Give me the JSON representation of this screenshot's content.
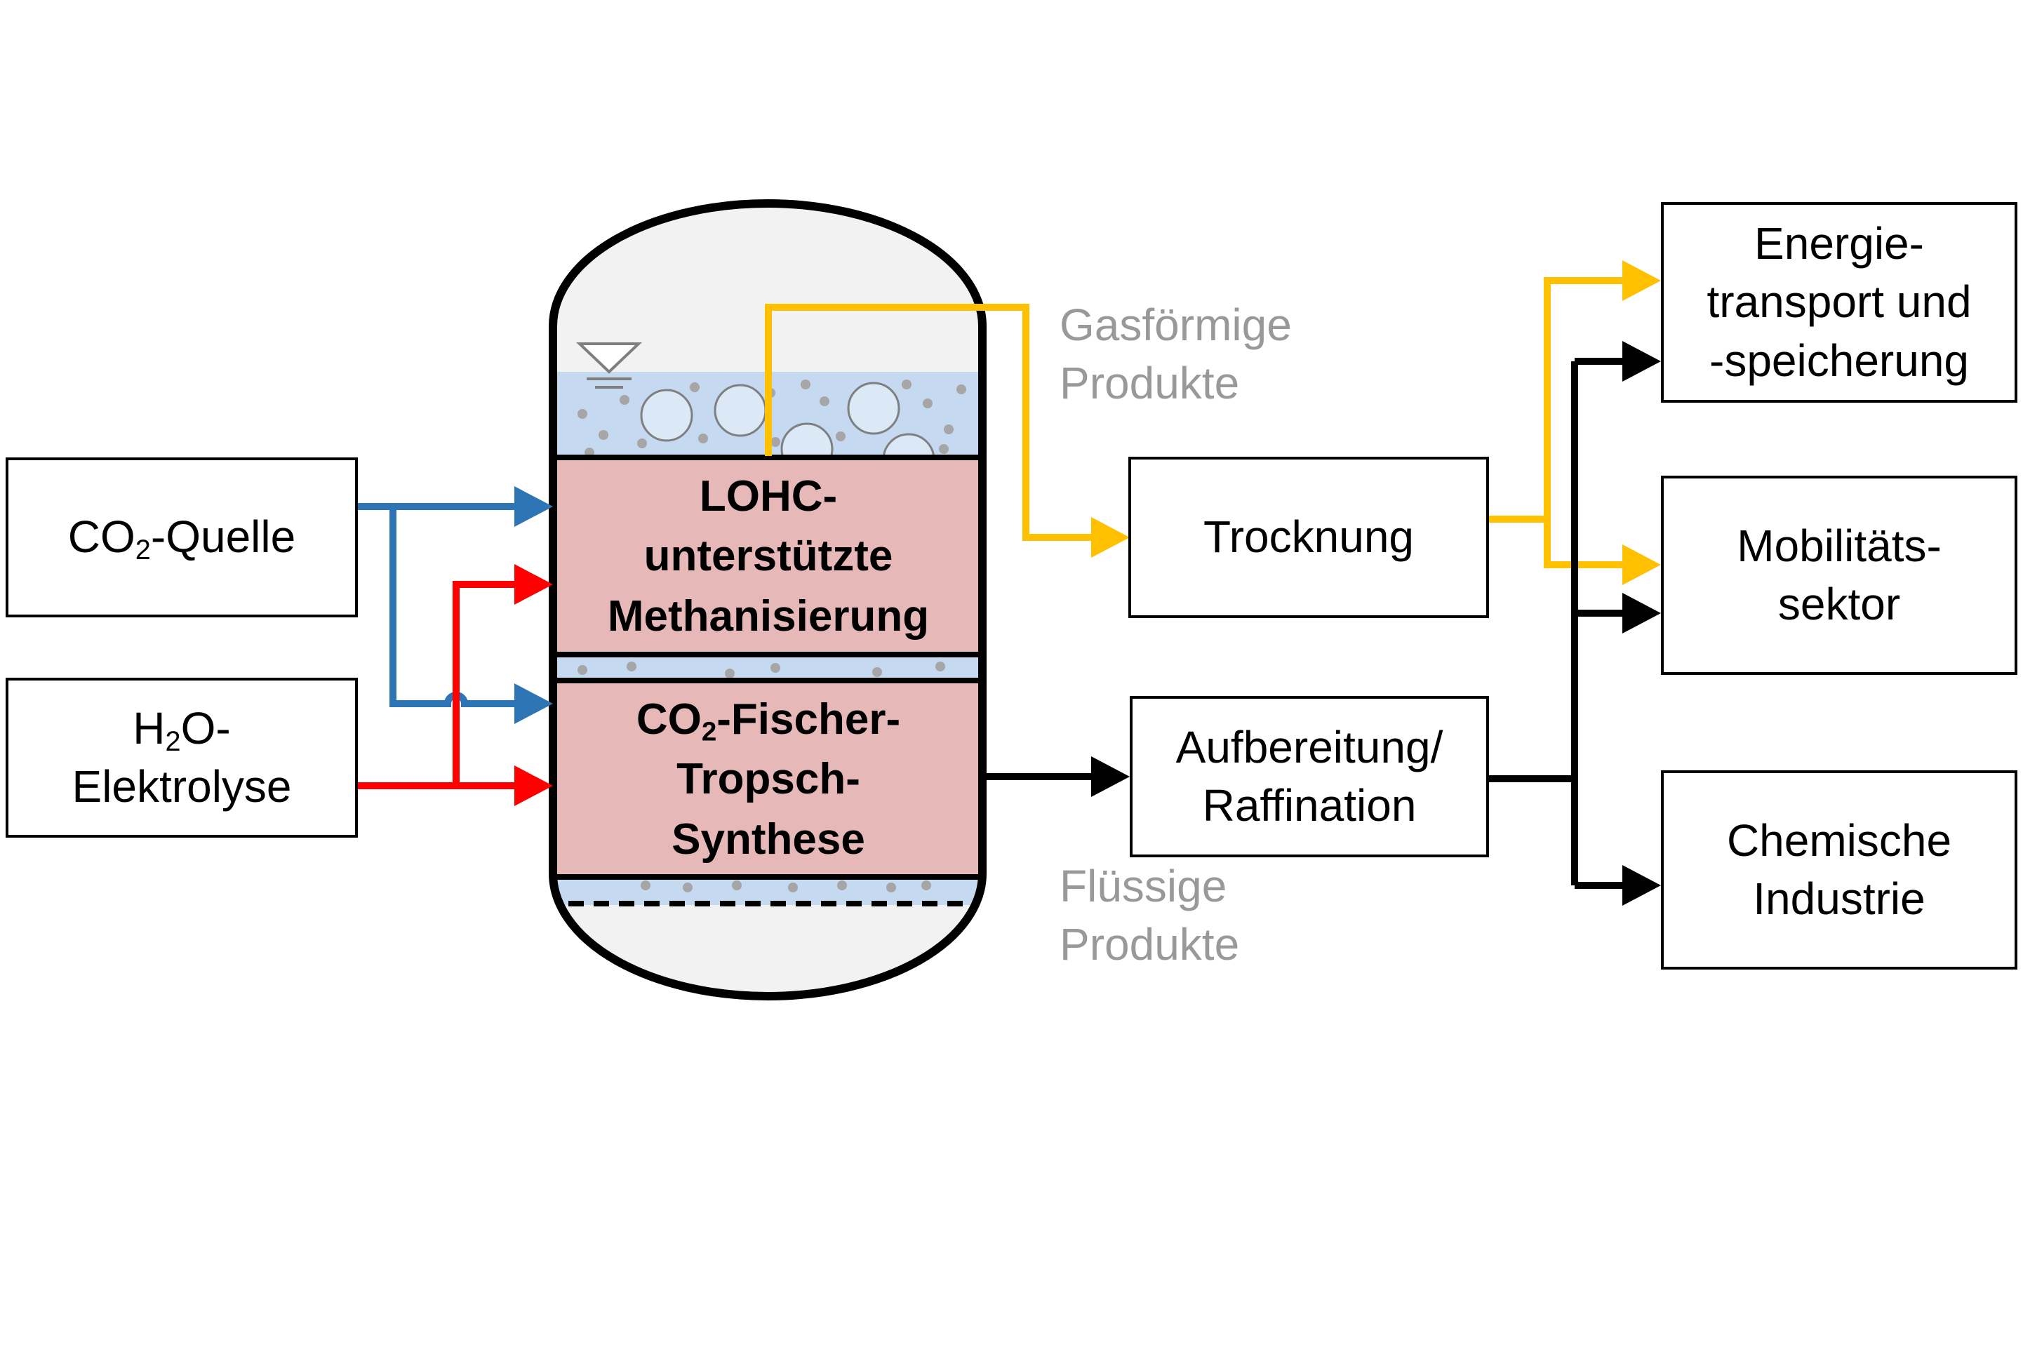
{
  "colors": {
    "co2_line": "#2e75b6",
    "h2_line": "#ff0000",
    "gas_line": "#ffc000",
    "liquid_line": "#000000",
    "reactor_stage_fill": "#e6b8b7",
    "liquid_fill": "#c5d9f1",
    "note_text": "#999999"
  },
  "sources": {
    "co2": {
      "prefix": "CO",
      "sub": "2",
      "suffix": "-Quelle"
    },
    "h2o": {
      "line1_prefix": "H",
      "line1_sub": "2",
      "line1_suffix": "O-",
      "line2": "Elektrolyse"
    }
  },
  "reactor": {
    "upper_stage": [
      "LOHC-",
      "unterstützte",
      "Methanisierung"
    ],
    "lower_stage": {
      "line1_prefix": "CO",
      "line1_sub": "2",
      "line1_suffix": "-Fischer-",
      "line2": "Tropsch-",
      "line3": "Synthese"
    }
  },
  "processing": {
    "drying": "Trocknung",
    "refining": [
      "Aufbereitung/",
      "Raffination"
    ]
  },
  "product_notes": {
    "gas": [
      "Gasförmige",
      "Produkte"
    ],
    "liquid": [
      "Flüssige",
      "Produkte"
    ]
  },
  "sinks": {
    "energy": [
      "Energie-",
      "transport und",
      "-speicherung"
    ],
    "mobility": [
      "Mobilitäts-",
      "sektor"
    ],
    "chemical": [
      "Chemische",
      "Industrie"
    ]
  }
}
